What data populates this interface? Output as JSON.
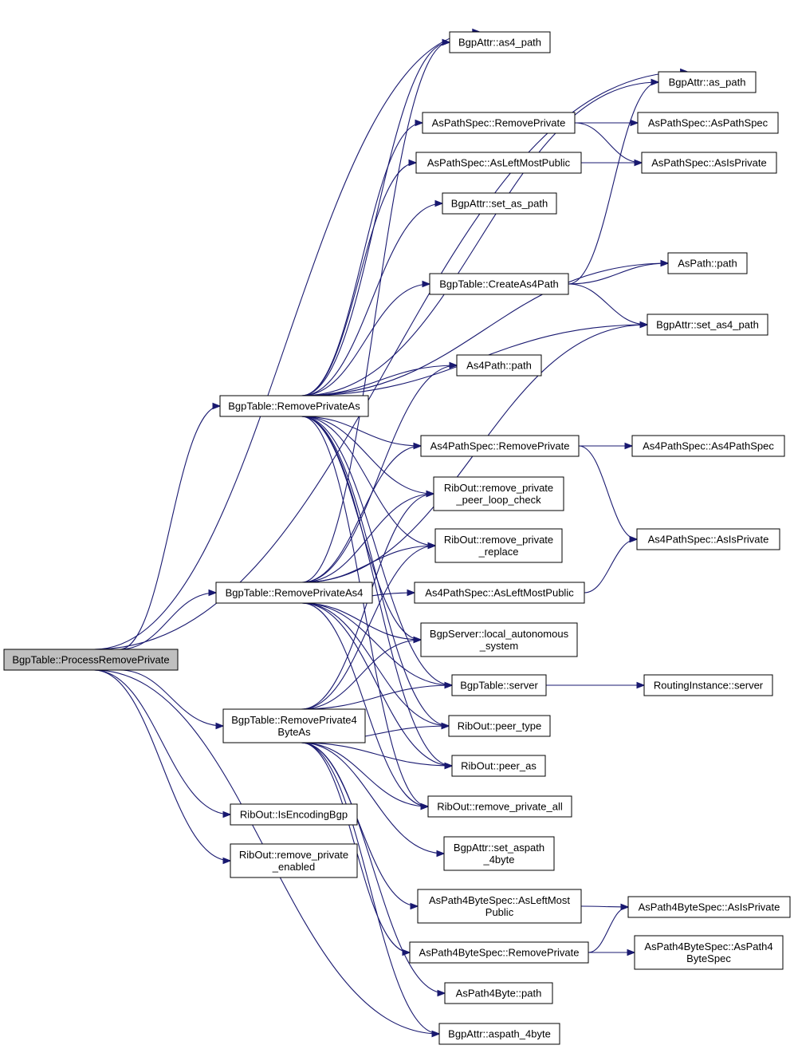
{
  "graph": {
    "edge_color": "#191970",
    "root_fill": "#bfbfbf",
    "nodes": [
      {
        "id": "n0",
        "lines": [
          "BgpTable::ProcessRemovePrivate"
        ],
        "root": true
      },
      {
        "id": "n1",
        "lines": [
          "BgpTable::RemovePrivateAs"
        ]
      },
      {
        "id": "n2",
        "lines": [
          "BgpTable::RemovePrivateAs4"
        ]
      },
      {
        "id": "n3",
        "lines": [
          "BgpTable::RemovePrivate4",
          "ByteAs"
        ]
      },
      {
        "id": "n4",
        "lines": [
          "RibOut::IsEncodingBgp"
        ]
      },
      {
        "id": "n5",
        "lines": [
          "RibOut::remove_private",
          "_enabled"
        ]
      },
      {
        "id": "n6",
        "lines": [
          "BgpAttr::as4_path"
        ]
      },
      {
        "id": "n7",
        "lines": [
          "BgpAttr::as_path"
        ]
      },
      {
        "id": "n8",
        "lines": [
          "AsPathSpec::RemovePrivate"
        ]
      },
      {
        "id": "n9",
        "lines": [
          "AsPathSpec::AsPathSpec"
        ]
      },
      {
        "id": "n10",
        "lines": [
          "AsPathSpec::AsLeftMostPublic"
        ]
      },
      {
        "id": "n11",
        "lines": [
          "AsPathSpec::AsIsPrivate"
        ]
      },
      {
        "id": "n12",
        "lines": [
          "BgpAttr::set_as_path"
        ]
      },
      {
        "id": "n13",
        "lines": [
          "AsPath::path"
        ]
      },
      {
        "id": "n14",
        "lines": [
          "BgpTable::CreateAs4Path"
        ]
      },
      {
        "id": "n15",
        "lines": [
          "BgpAttr::set_as4_path"
        ]
      },
      {
        "id": "n16",
        "lines": [
          "As4Path::path"
        ]
      },
      {
        "id": "n17",
        "lines": [
          "As4PathSpec::RemovePrivate"
        ]
      },
      {
        "id": "n18",
        "lines": [
          "As4PathSpec::As4PathSpec"
        ]
      },
      {
        "id": "n19",
        "lines": [
          "RibOut::remove_private",
          "_peer_loop_check"
        ]
      },
      {
        "id": "n20",
        "lines": [
          "RibOut::remove_private",
          "_replace"
        ]
      },
      {
        "id": "n21",
        "lines": [
          "As4PathSpec::AsIsPrivate"
        ]
      },
      {
        "id": "n22",
        "lines": [
          "As4PathSpec::AsLeftMostPublic"
        ]
      },
      {
        "id": "n23",
        "lines": [
          "BgpServer::local_autonomous",
          "_system"
        ]
      },
      {
        "id": "n24",
        "lines": [
          "BgpTable::server"
        ]
      },
      {
        "id": "n25",
        "lines": [
          "RoutingInstance::server"
        ]
      },
      {
        "id": "n26",
        "lines": [
          "RibOut::peer_type"
        ]
      },
      {
        "id": "n27",
        "lines": [
          "RibOut::peer_as"
        ]
      },
      {
        "id": "n28",
        "lines": [
          "RibOut::remove_private_all"
        ]
      },
      {
        "id": "n29",
        "lines": [
          "BgpAttr::set_aspath",
          "_4byte"
        ]
      },
      {
        "id": "n30",
        "lines": [
          "AsPath4ByteSpec::AsLeftMost",
          "Public"
        ]
      },
      {
        "id": "n31",
        "lines": [
          "AsPath4ByteSpec::AsIsPrivate"
        ]
      },
      {
        "id": "n32",
        "lines": [
          "AsPath4ByteSpec::RemovePrivate"
        ]
      },
      {
        "id": "n33",
        "lines": [
          "AsPath4ByteSpec::AsPath4",
          "ByteSpec"
        ]
      },
      {
        "id": "n34",
        "lines": [
          "AsPath4Byte::path"
        ]
      },
      {
        "id": "n35",
        "lines": [
          "BgpAttr::aspath_4byte"
        ]
      }
    ],
    "edges": [
      [
        "n0",
        "n1"
      ],
      [
        "n0",
        "n2"
      ],
      [
        "n0",
        "n3"
      ],
      [
        "n0",
        "n4"
      ],
      [
        "n0",
        "n5"
      ],
      [
        "n0",
        "n7"
      ],
      [
        "n0",
        "n6"
      ],
      [
        "n0",
        "n35"
      ],
      [
        "n1",
        "n6"
      ],
      [
        "n1",
        "n7"
      ],
      [
        "n1",
        "n8"
      ],
      [
        "n1",
        "n10"
      ],
      [
        "n1",
        "n12"
      ],
      [
        "n1",
        "n13"
      ],
      [
        "n1",
        "n14"
      ],
      [
        "n1",
        "n15"
      ],
      [
        "n1",
        "n16"
      ],
      [
        "n1",
        "n17"
      ],
      [
        "n1",
        "n19"
      ],
      [
        "n1",
        "n20"
      ],
      [
        "n1",
        "n23"
      ],
      [
        "n1",
        "n24"
      ],
      [
        "n1",
        "n26"
      ],
      [
        "n1",
        "n27"
      ],
      [
        "n1",
        "n28"
      ],
      [
        "n2",
        "n6"
      ],
      [
        "n2",
        "n15"
      ],
      [
        "n2",
        "n16"
      ],
      [
        "n2",
        "n17"
      ],
      [
        "n2",
        "n19"
      ],
      [
        "n2",
        "n20"
      ],
      [
        "n2",
        "n22"
      ],
      [
        "n2",
        "n23"
      ],
      [
        "n2",
        "n24"
      ],
      [
        "n2",
        "n26"
      ],
      [
        "n2",
        "n27"
      ],
      [
        "n2",
        "n28"
      ],
      [
        "n3",
        "n19"
      ],
      [
        "n3",
        "n20"
      ],
      [
        "n3",
        "n23"
      ],
      [
        "n3",
        "n24"
      ],
      [
        "n3",
        "n26"
      ],
      [
        "n3",
        "n27"
      ],
      [
        "n3",
        "n28"
      ],
      [
        "n3",
        "n29"
      ],
      [
        "n3",
        "n30"
      ],
      [
        "n3",
        "n32"
      ],
      [
        "n3",
        "n34"
      ],
      [
        "n3",
        "n35"
      ],
      [
        "n8",
        "n9"
      ],
      [
        "n8",
        "n11"
      ],
      [
        "n10",
        "n11"
      ],
      [
        "n14",
        "n7"
      ],
      [
        "n14",
        "n13"
      ],
      [
        "n14",
        "n15"
      ],
      [
        "n17",
        "n18"
      ],
      [
        "n17",
        "n21"
      ],
      [
        "n22",
        "n21"
      ],
      [
        "n24",
        "n25"
      ],
      [
        "n30",
        "n31"
      ],
      [
        "n32",
        "n31"
      ],
      [
        "n32",
        "n33"
      ]
    ]
  }
}
